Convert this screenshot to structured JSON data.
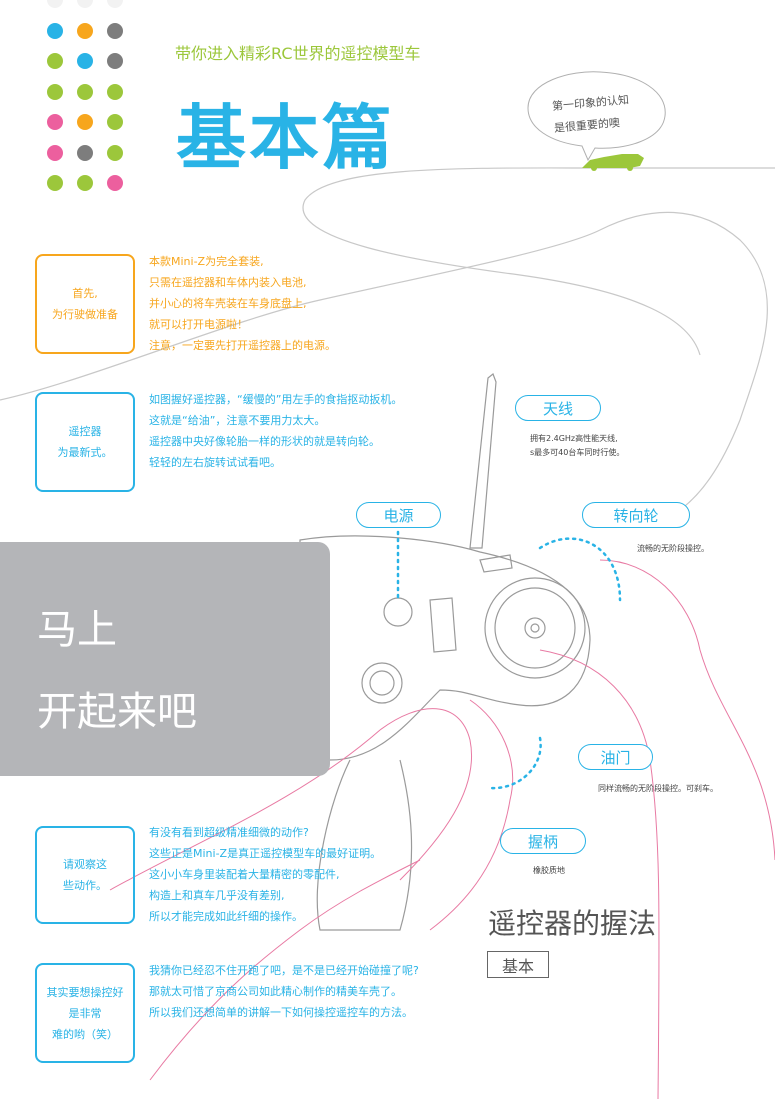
{
  "header": {
    "subtitle": "带你进入精彩RC世界的遥控模型车",
    "title": "基本篇",
    "bubble_line1": "第一印象的认知",
    "bubble_line2": "是很重要的噢"
  },
  "dots": [
    [
      "#f2f2f2",
      "#f2f2f2",
      "#f2f2f2"
    ],
    [
      "#29b3e6",
      "#f7a61d",
      "#7d7d7d"
    ],
    [
      "#9cc73b",
      "#29b3e6",
      "#7d7d7d"
    ],
    [
      "#9cc73b",
      "#9cc73b",
      "#9cc73b"
    ],
    [
      "#ec5f9e",
      "#f7a61d",
      "#9cc73b"
    ],
    [
      "#ec5f9e",
      "#7d7d7d",
      "#9cc73b"
    ],
    [
      "#9cc73b",
      "#9cc73b",
      "#ec5f9e"
    ]
  ],
  "sections": [
    {
      "box_line1": "首先,",
      "box_line2": "为行驶做准备",
      "color": "#f7a61d",
      "lines": [
        "本款Mini-Z为完全套装,",
        "只需在遥控器和车体内装入电池,",
        "并小心的将车壳装在车身底盘上,",
        "就可以打开电源啦！",
        "注意，一定要先打开遥控器上的电源。"
      ]
    },
    {
      "box_line1": "遥控器",
      "box_line2": "为最新式。",
      "color": "#29b3e6",
      "lines": [
        "如图握好遥控器，“缓慢的”用左手的食指抠动扳机。",
        "这就是“给油”，注意不要用力太大。",
        "遥控器中央好像轮胎一样的形状的就是转向轮。",
        "轻轻的左右旋转试试看吧。"
      ]
    },
    {
      "box_line1": "请观察这",
      "box_line2": "些动作。",
      "color": "#29b3e6",
      "lines": [
        "有没有看到超级精准细微的动作?",
        "这些正是Mini-Z是真正遥控模型车的最好证明。",
        "这小小车身里装配着大量精密的零配件,",
        "构造上和真车几乎没有差别,",
        "所以才能完成如此纤细的操作。"
      ]
    },
    {
      "box_line1": "其实要想操控好",
      "box_line2": "是非常",
      "box_line3": "难的哟（笑）",
      "color": "#29b3e6",
      "lines": [
        "我猜你已经忍不住开跑了吧，是不是已经开始碰撞了呢?",
        "那就太可惜了京商公司如此精心制作的精美车壳了。",
        "所以我们还想简单的讲解一下如何操控遥控车的方法。"
      ]
    }
  ],
  "labels": {
    "antenna": "天线",
    "antenna_note1": "拥有2.4GHz高性能天线,",
    "antenna_note2": "s最多可40台车同时行使。",
    "power": "电源",
    "steering": "转向轮",
    "steering_note": "流畅的无阶段操控。",
    "throttle": "油门",
    "throttle_note": "同样流畅的无阶段操控。可刹车。",
    "grip": "握柄",
    "grip_note": "橡胶质地"
  },
  "panel": {
    "line1": "马上",
    "line2": "开起来吧"
  },
  "footer": {
    "title": "遥控器的握法",
    "tag": "基本"
  }
}
